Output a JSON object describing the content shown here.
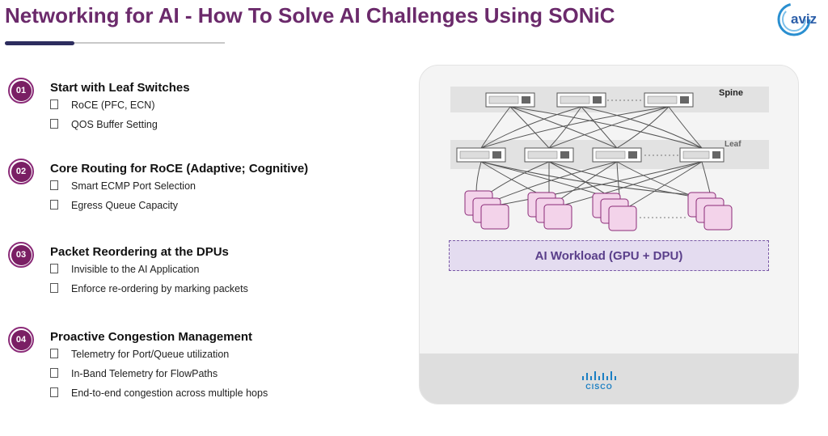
{
  "header": {
    "title": "Networking for AI - How To Solve AI Challenges Using SONiC",
    "logo_text": "aviz"
  },
  "steps": [
    {
      "number": "01",
      "title": "Start with Leaf Switches",
      "bullets": [
        "RoCE (PFC, ECN)",
        "QOS Buffer Setting"
      ]
    },
    {
      "number": "02",
      "title": "Core Routing for RoCE (Adaptive; Cognitive)",
      "bullets": [
        "Smart ECMP Port Selection",
        "Egress Queue Capacity"
      ]
    },
    {
      "number": "03",
      "title": "Packet Reordering at the DPUs",
      "bullets": [
        "Invisible to the AI Application",
        "Enforce re-ordering by marking packets"
      ]
    },
    {
      "number": "04",
      "title": "Proactive Congestion Management",
      "bullets": [
        "Telemetry for Port/Queue utilization",
        "In-Band Telemetry for FlowPaths",
        "End-to-end congestion across multiple hops"
      ]
    }
  ],
  "diagram": {
    "spine_label": "Spine",
    "leaf_label": "Leaf",
    "workload_label": "AI Workload (GPU + DPU)",
    "vendor_label": "CISCO",
    "colors": {
      "accent": "#7a1f64",
      "workload_border": "#7a5aa6",
      "gpu_fill": "#f3d3ea",
      "gpu_border": "#8b2b78"
    }
  }
}
